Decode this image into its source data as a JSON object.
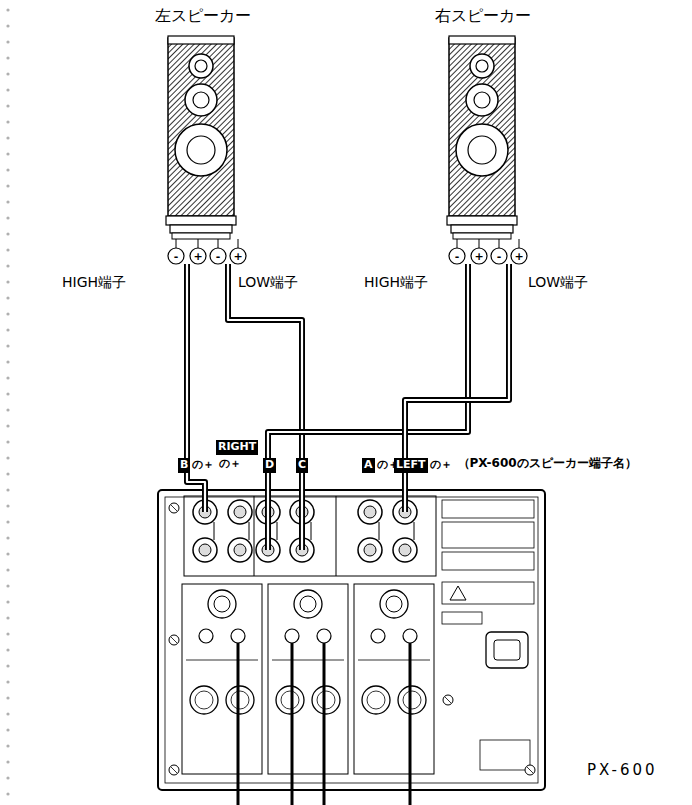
{
  "diagram": {
    "nodes": [
      {
        "text": [
          "左スピーカー"
        ]
      },
      {
        "text": [
          "右スピーカー"
        ]
      },
      {
        "text": [
          "PX-600"
        ]
      }
    ],
    "edges": [
      {
        "from": 0,
        "to": 2,
        "arrow": "none"
      },
      {
        "from": 0,
        "to": 2,
        "arrow": "none"
      },
      {
        "from": 1,
        "to": 2,
        "arrow": "none"
      },
      {
        "from": 1,
        "to": 2,
        "arrow": "none"
      }
    ],
    "labels": [
      "-",
      "+",
      "-",
      "+",
      "-",
      "+",
      "-",
      "+",
      "HIGH端子",
      "LOW端子",
      "HIGH端子",
      "LOW端子",
      "B",
      "の＋",
      "RIGHT",
      "の＋",
      "D",
      "C",
      "A",
      "の＋",
      "LEFT",
      "の＋",
      "（PX-600のスピーカー端子名）"
    ]
  }
}
